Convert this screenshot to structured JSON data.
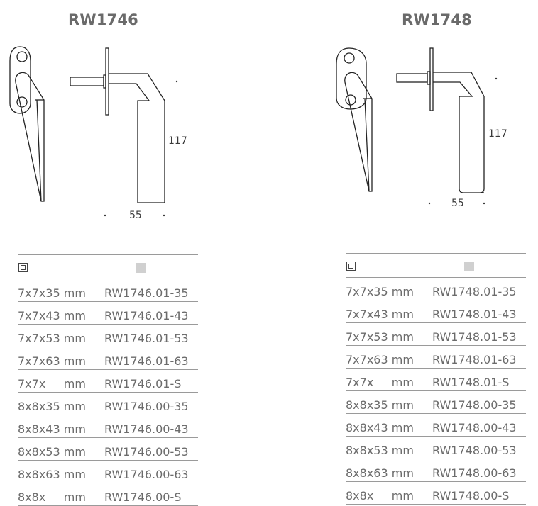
{
  "products": [
    {
      "title": "RW1746",
      "dim_height": "117",
      "dim_width": "55",
      "rows": [
        {
          "size": "7x7x35 mm",
          "code": "RW1746.01-35"
        },
        {
          "size": "7x7x43 mm",
          "code": "RW1746.01-43"
        },
        {
          "size": "7x7x53 mm",
          "code": "RW1746.01-53"
        },
        {
          "size": "7x7x63 mm",
          "code": "RW1746.01-63"
        },
        {
          "size": "7x7x     mm",
          "code": "RW1746.01-S"
        },
        {
          "size": "8x8x35 mm",
          "code": "RW1746.00-35"
        },
        {
          "size": "8x8x43 mm",
          "code": "RW1746.00-43"
        },
        {
          "size": "8x8x53 mm",
          "code": "RW1746.00-53"
        },
        {
          "size": "8x8x63 mm",
          "code": "RW1746.00-63"
        },
        {
          "size": "8x8x     mm",
          "code": "RW1746.00-S"
        }
      ]
    },
    {
      "title": "RW1748",
      "dim_height": "117",
      "dim_width": "55",
      "rows": [
        {
          "size": "7x7x35 mm",
          "code": "RW1748.01-35"
        },
        {
          "size": "7x7x43 mm",
          "code": "RW1748.01-43"
        },
        {
          "size": "7x7x53 mm",
          "code": "RW1748.01-53"
        },
        {
          "size": "7x7x63 mm",
          "code": "RW1748.01-63"
        },
        {
          "size": "7x7x     mm",
          "code": "RW1748.01-S"
        },
        {
          "size": "8x8x35 mm",
          "code": "RW1748.00-35"
        },
        {
          "size": "8x8x43 mm",
          "code": "RW1748.00-43"
        },
        {
          "size": "8x8x53 mm",
          "code": "RW1748.00-53"
        },
        {
          "size": "8x8x63 mm",
          "code": "RW1748.00-63"
        },
        {
          "size": "8x8x     mm",
          "code": "RW1748.00-S"
        }
      ]
    }
  ],
  "icons": {
    "size_column": "square-spindle-icon",
    "finish_column": "finish-swatch-icon",
    "finish_swatch_color": "#d0d0d0"
  }
}
